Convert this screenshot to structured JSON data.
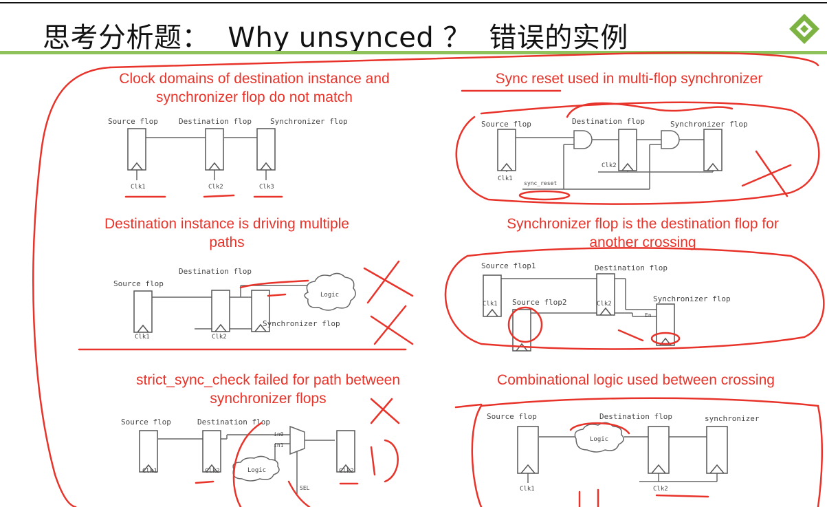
{
  "slide": {
    "title": "思考分析题：  Why unsynced ？  错误的实例"
  },
  "panels": [
    {
      "title_line1": "Clock domains of destination instance and",
      "title_line2": "synchronizer flop do not match",
      "labels": {
        "source": "Source flop",
        "destination": "Destination flop",
        "synchronizer": "Synchronizer flop",
        "clk1": "Clk1",
        "clk2": "Clk2",
        "clk3": "Clk3"
      }
    },
    {
      "title_line1": "Sync reset used in multi-flop synchronizer",
      "labels": {
        "source": "Source flop",
        "destination": "Destination flop",
        "synchronizer": "Synchronizer flop",
        "clk1": "Clk1",
        "clk2": "Clk2",
        "sync_reset": "sync_reset"
      }
    },
    {
      "title_line1": "Destination instance is driving multiple",
      "title_line2": "paths",
      "labels": {
        "source": "Source flop",
        "destination": "Destination flop",
        "synchronizer": "Synchronizer flop",
        "logic": "Logic",
        "clk1": "Clk1",
        "clk2": "Clk2"
      }
    },
    {
      "title_line1": "Synchronizer flop is the destination flop for",
      "title_line2": "another crossing",
      "labels": {
        "source1": "Source flop1",
        "destination": "Destination flop",
        "source2": "Source flop2",
        "synchronizer": "Synchronizer flop",
        "en": "En",
        "clk1": "Clk1",
        "clk2": "Clk2"
      }
    },
    {
      "title_line1": "strict_sync_check failed for path between",
      "title_line2": "synchronizer flops",
      "labels": {
        "source": "Source flop",
        "destination": "Destination flop",
        "in0": "in0",
        "in1": "in1",
        "sel": "SEL",
        "logic": "Logic",
        "clk1": "Clk1",
        "clk2": "Clk2",
        "clk2b": "Clk2"
      }
    },
    {
      "title_line1": "Combinational logic used between crossing",
      "labels": {
        "source": "Source flop",
        "destination": "Destination flop",
        "synchronizer": "synchronizer",
        "logic": "Logic",
        "clk1": "Clk1",
        "clk2": "Clk2"
      }
    }
  ],
  "colors": {
    "accent_red": "#e8332a",
    "header_green": "#8fc25a",
    "ink": "#444444"
  },
  "icons": {
    "logo": "diamond-logo-icon"
  }
}
